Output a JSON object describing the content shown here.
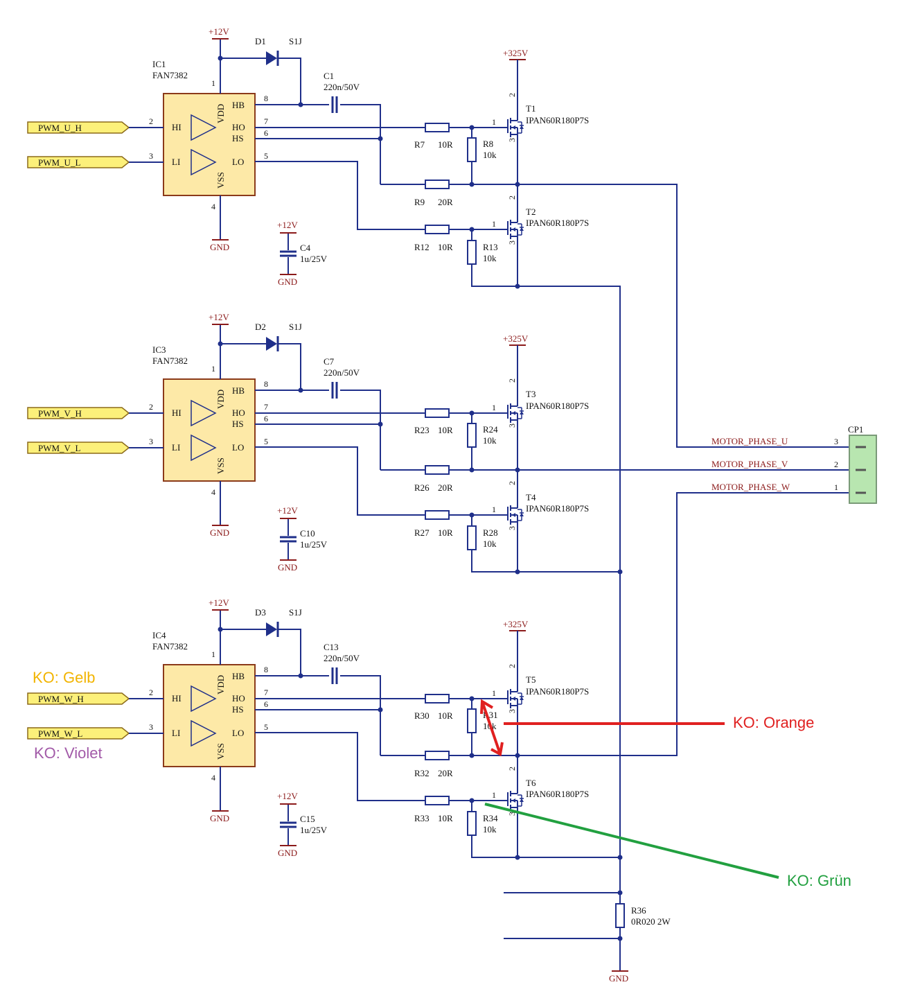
{
  "ic": [
    {
      "ref": "IC1",
      "part": "FAN7382",
      "hi": "PWM_U_H",
      "li": "PWM_U_L"
    },
    {
      "ref": "IC3",
      "part": "FAN7382",
      "hi": "PWM_V_H",
      "li": "PWM_V_L"
    },
    {
      "ref": "IC4",
      "part": "FAN7382",
      "hi": "PWM_W_H",
      "li": "PWM_W_L"
    }
  ],
  "pin_labels": {
    "hb": "HB",
    "ho": "HO",
    "hs": "HS",
    "lo": "LO",
    "hi": "HI",
    "li": "LI",
    "vdd": "VDD",
    "vss": "VSS"
  },
  "pin_numbers": {
    "p1": "1",
    "p2": "2",
    "p3": "3",
    "p4": "4",
    "p5": "5",
    "p6": "6",
    "p7": "7",
    "p8": "8"
  },
  "power": {
    "v12": "+12V",
    "v325": "+325V",
    "gnd": "GND"
  },
  "diodes": [
    {
      "ref": "D1",
      "part": "S1J"
    },
    {
      "ref": "D2",
      "part": "S1J"
    },
    {
      "ref": "D3",
      "part": "S1J"
    }
  ],
  "boot_caps": [
    {
      "ref": "C1",
      "value": "220n/50V"
    },
    {
      "ref": "C7",
      "value": "220n/50V"
    },
    {
      "ref": "C13",
      "value": "220n/50V"
    }
  ],
  "decoup_caps": [
    {
      "ref": "C4",
      "value": "1u/25V"
    },
    {
      "ref": "C10",
      "value": "1u/25V"
    },
    {
      "ref": "C15",
      "value": "1u/25V"
    }
  ],
  "stages": [
    {
      "r_hg": "R7",
      "r_hg_v": "10R",
      "r_hgs": "R8",
      "r_hgs_v": "10k",
      "r_sw": "R9",
      "r_sw_v": "20R",
      "r_lg": "R12",
      "r_lg_v": "10R",
      "r_lgs": "R13",
      "r_lgs_v": "10k",
      "t_hi": "T1",
      "t_lo": "T2"
    },
    {
      "r_hg": "R23",
      "r_hg_v": "10R",
      "r_hgs": "R24",
      "r_hgs_v": "10k",
      "r_sw": "R26",
      "r_sw_v": "20R",
      "r_lg": "R27",
      "r_lg_v": "10R",
      "r_lgs": "R28",
      "r_lgs_v": "10k",
      "t_hi": "T3",
      "t_lo": "T4"
    },
    {
      "r_hg": "R30",
      "r_hg_v": "10R",
      "r_hgs": "R31",
      "r_hgs_v": "10k",
      "r_sw": "R32",
      "r_sw_v": "20R",
      "r_lg": "R33",
      "r_lg_v": "10R",
      "r_lgs": "R34",
      "r_lgs_v": "10k",
      "t_hi": "T5",
      "t_lo": "T6"
    }
  ],
  "mosfet_part": "IPAN60R180P7S",
  "connector": {
    "ref": "CP1",
    "nets": [
      "MOTOR_PHASE_U",
      "MOTOR_PHASE_V",
      "MOTOR_PHASE_W"
    ],
    "pins": [
      "3",
      "2",
      "1"
    ]
  },
  "shunt": {
    "ref": "R36",
    "value": "0R020 2W"
  },
  "annotations": {
    "gelb": "KO: Gelb",
    "violet": "KO: Violet",
    "orange": "KO: Orange",
    "gruen": "KO: Grün"
  },
  "colors": {
    "wire": "#1f2f8a",
    "rail": "#8b1a1a",
    "ic_fill": "#fde9a7",
    "port_fill": "#fcf07a",
    "connector_fill": "#b8e6b0",
    "ko_gelb": "#f2b400",
    "ko_violet": "#a25aa8",
    "ko_orange": "#e02020",
    "ko_gruen": "#22a040"
  }
}
